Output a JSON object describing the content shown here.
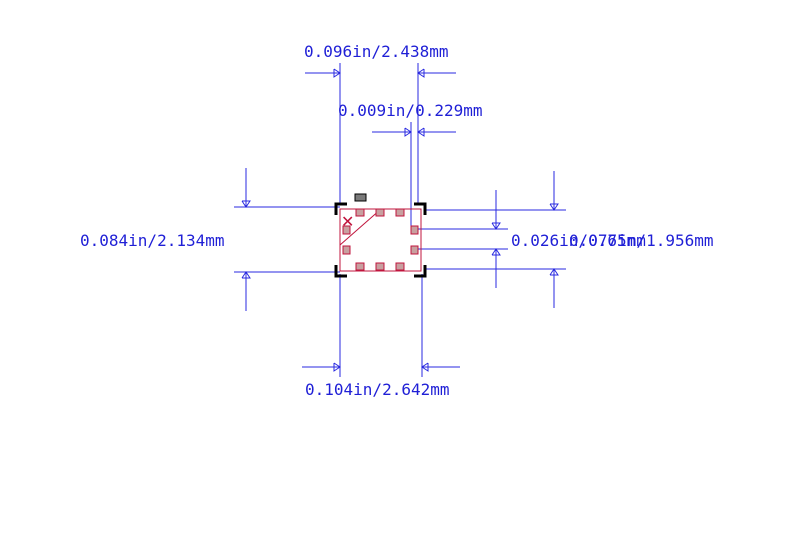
{
  "dimensions": {
    "top_width": "0.096in/2.438mm",
    "pad_gap": "0.009in/0.229mm",
    "left_height": "0.084in/2.134mm",
    "right_pitch": "0.026in/0.65mm",
    "right_height": "0.077in/1.956mm",
    "bottom_width": "0.104in/2.642mm"
  },
  "colors": {
    "dimension": "#2a2ae0",
    "outline": "#c0143c",
    "silkscreen": "#000000",
    "pad_fill": "#c8a0a0"
  },
  "pin1_marker": "✕"
}
